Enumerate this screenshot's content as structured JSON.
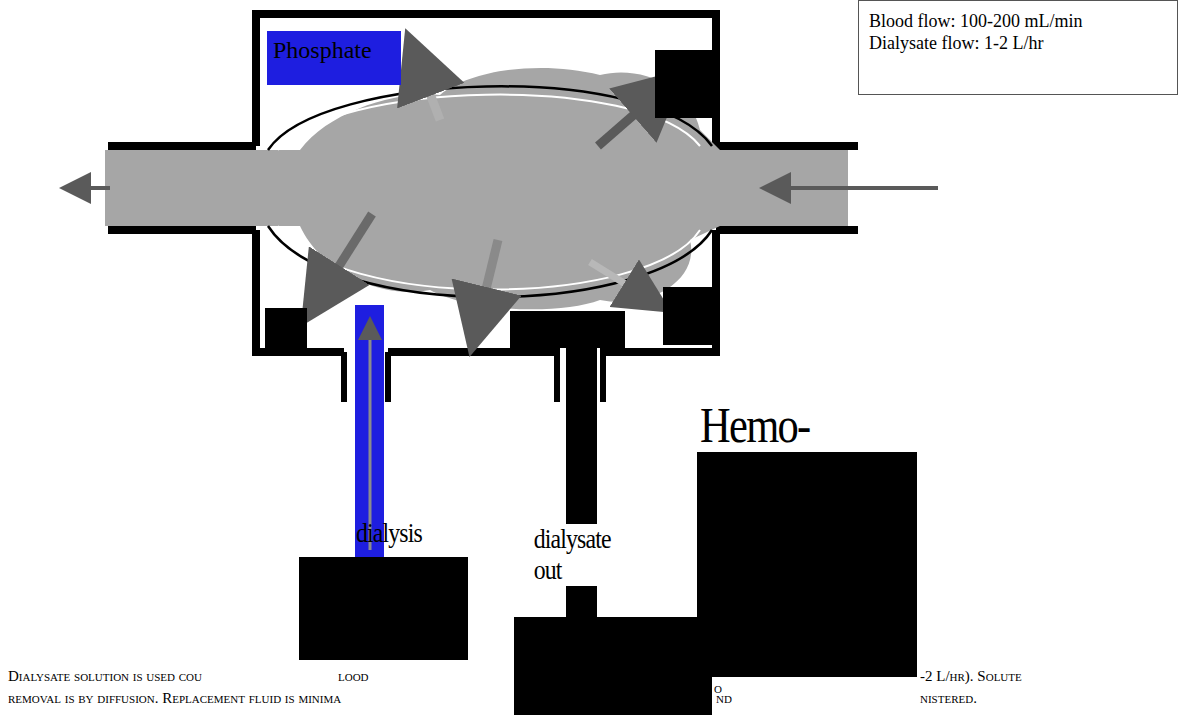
{
  "diagram": {
    "nodes": [
      {
        "text": [
          "Blood flow: 100-200 mL/min",
          "Dialysate flow: 1-2 L/hr"
        ]
      },
      {
        "text": [
          "Phosphate"
        ]
      }
    ],
    "edges": [],
    "labels": [
      "Hemo-",
      "dialysis",
      "dialysate out",
      "Dialysate solution is used cou",
      "lood",
      "o",
      "-2 L/hr). Solute",
      "removal is by diffusion. Replacement fluid is minima",
      "nd",
      "nistered."
    ]
  }
}
